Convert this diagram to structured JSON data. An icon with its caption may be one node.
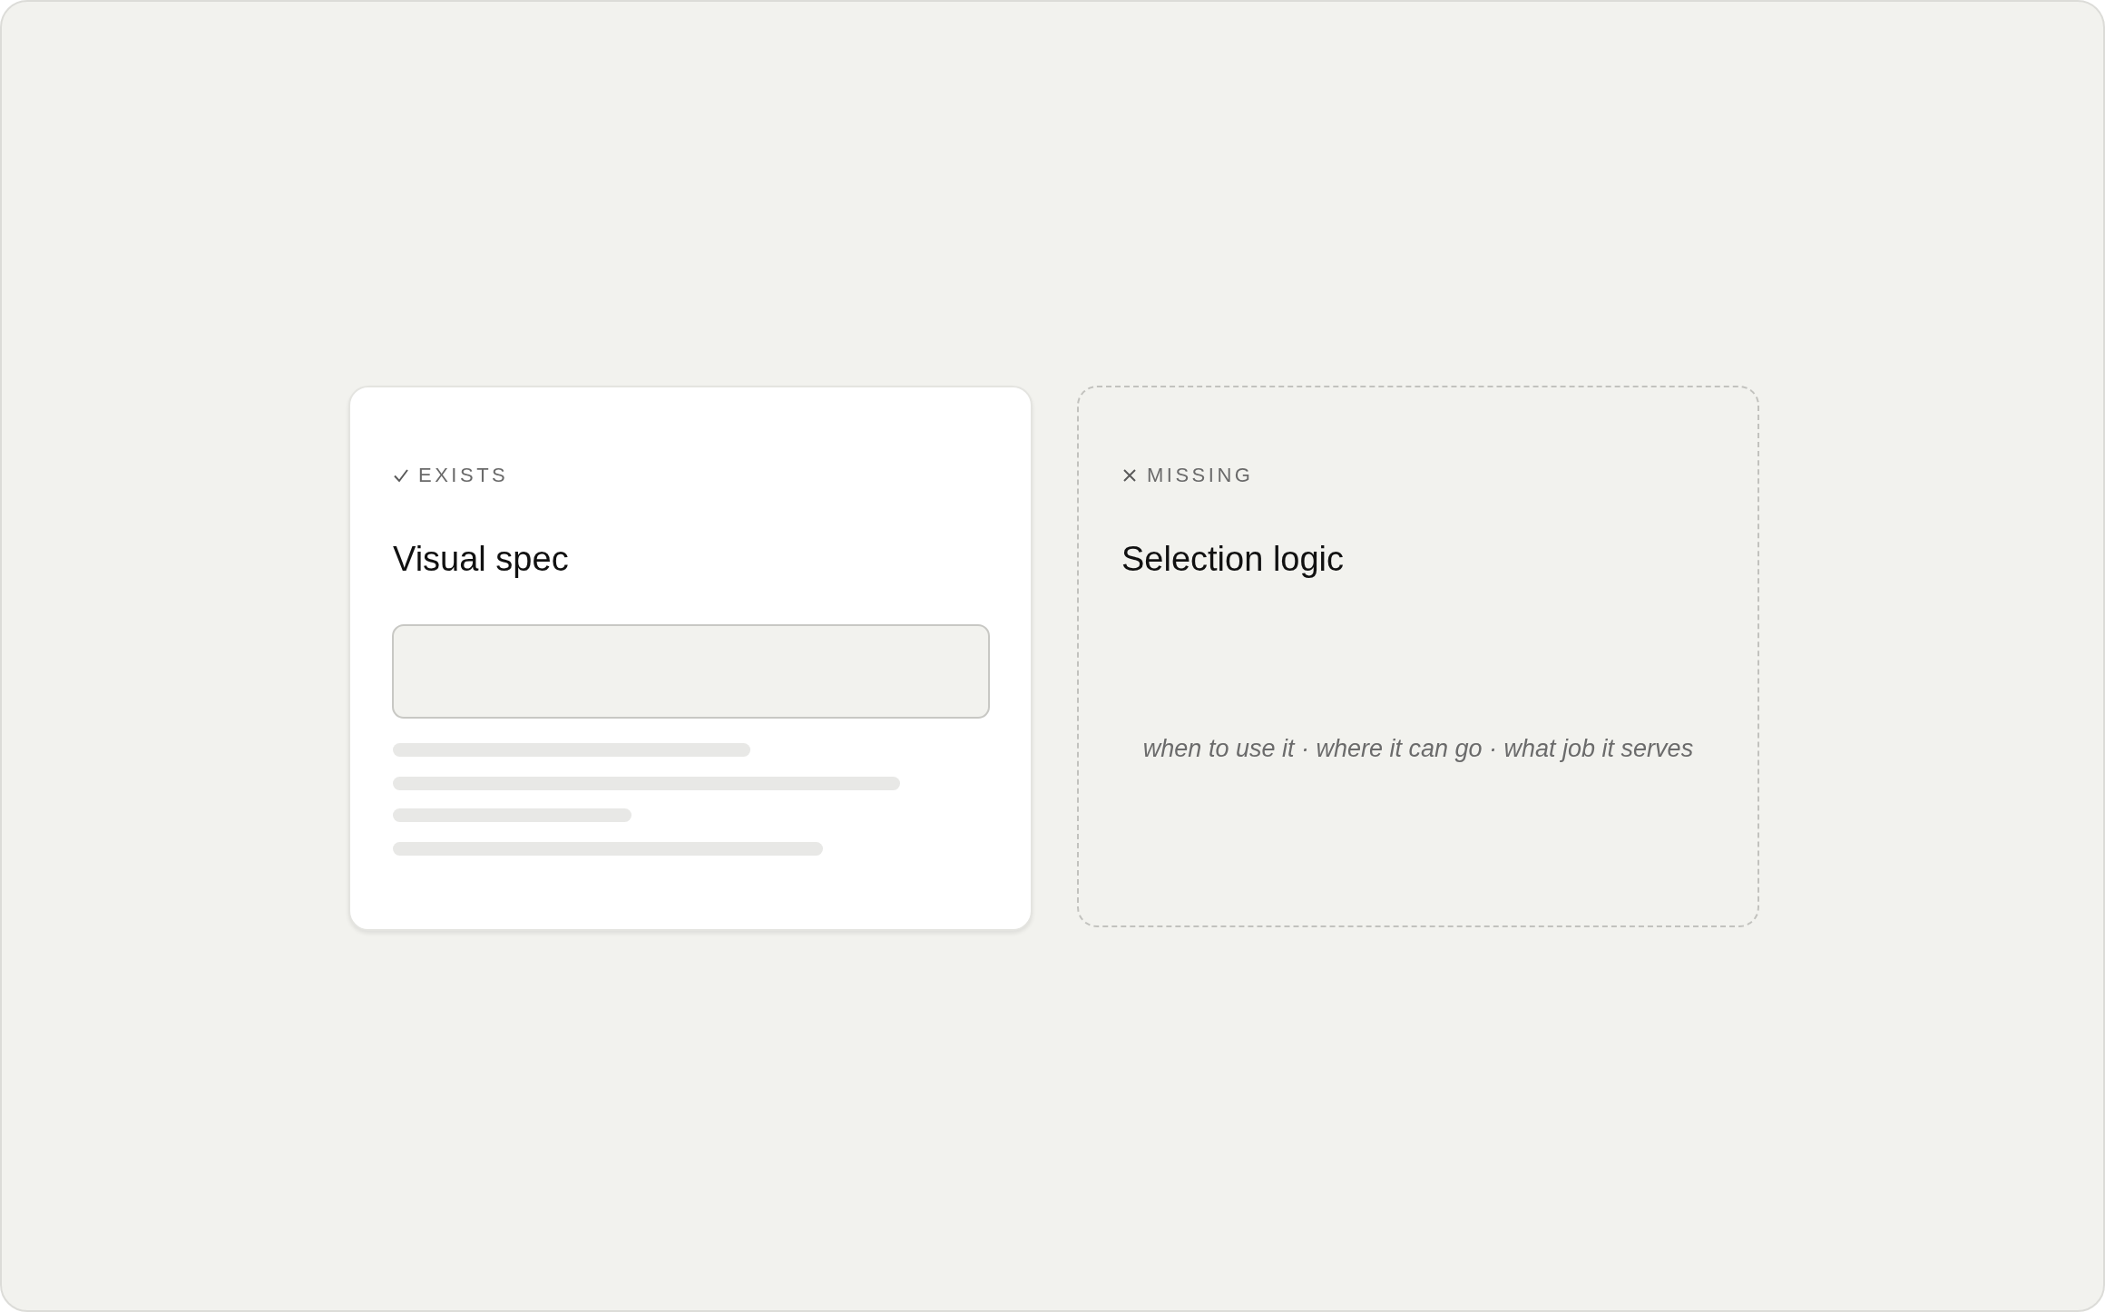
{
  "diagram": {
    "nodes": [
      {
        "text": [
          "EXISTS",
          "Visual spec"
        ]
      },
      {
        "text": [
          "MISSING",
          "Selection logic",
          "when to use it · where it can go · what job it serves"
        ]
      }
    ]
  }
}
